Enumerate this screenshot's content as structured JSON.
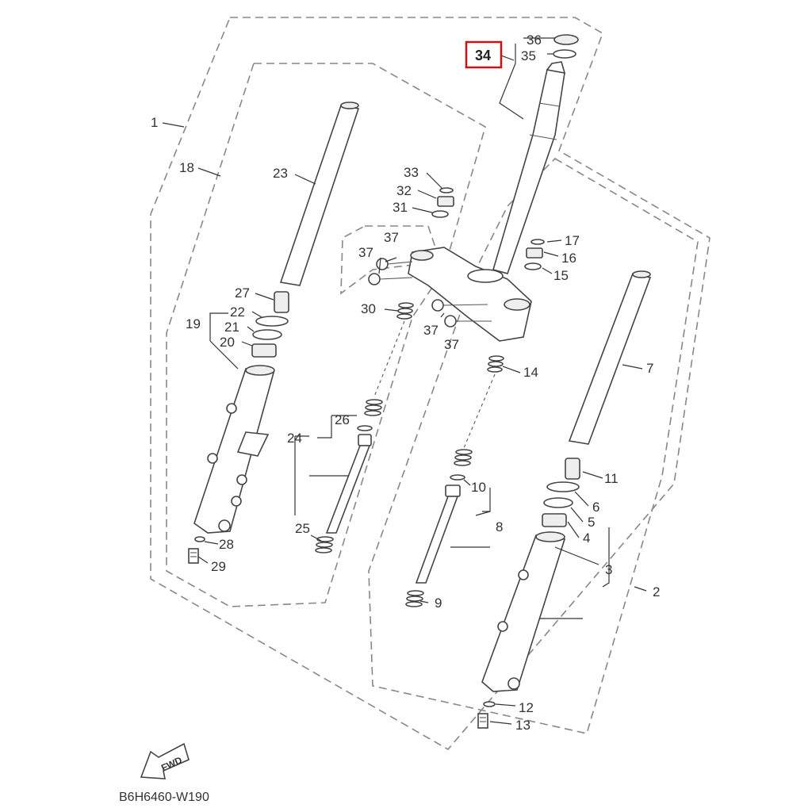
{
  "diagram": {
    "code": "B6H6460-W190",
    "fwd": "FWD",
    "highlight_label": "34",
    "labels": {
      "l1": "1",
      "l2": "2",
      "l3": "3",
      "l4": "4",
      "l5": "5",
      "l6": "6",
      "l7": "7",
      "l8": "8",
      "l9": "9",
      "l10": "10",
      "l11": "11",
      "l12": "12",
      "l13": "13",
      "l14": "14",
      "l15": "15",
      "l16": "16",
      "l17": "17",
      "l18": "18",
      "l19": "19",
      "l20": "20",
      "l21": "21",
      "l22": "22",
      "l23": "23",
      "l24": "24",
      "l25": "25",
      "l26": "26",
      "l27": "27",
      "l28": "28",
      "l29": "29",
      "l30": "30",
      "l31": "31",
      "l32": "32",
      "l33": "33",
      "l35": "35",
      "l36": "36",
      "l37a": "37",
      "l37b": "37",
      "l37c": "37",
      "l37d": "37"
    },
    "colors": {
      "highlight": "#cc1111",
      "line": "#444444"
    }
  }
}
